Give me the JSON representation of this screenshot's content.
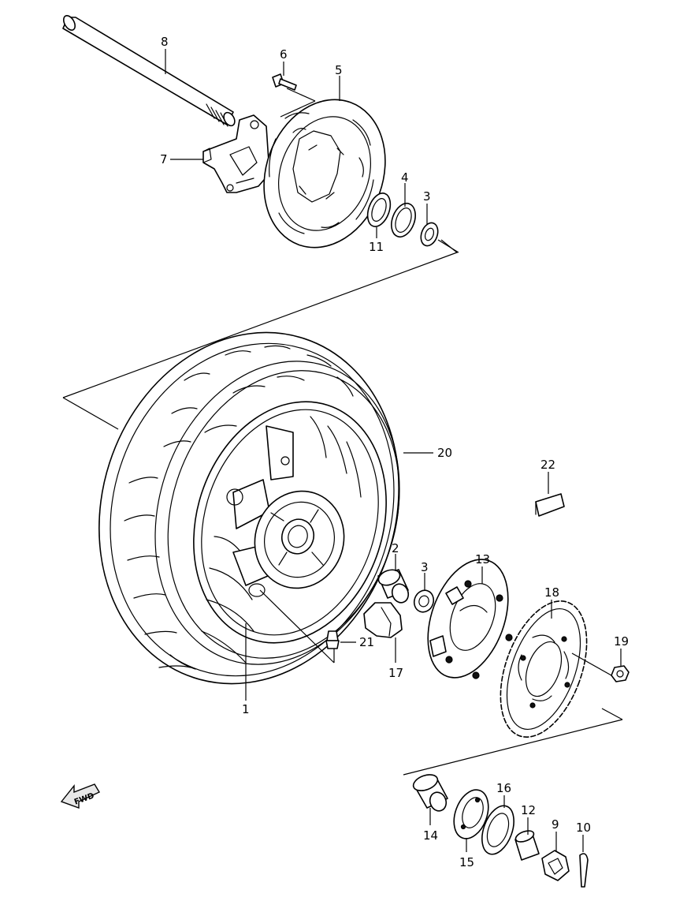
{
  "callouts": {
    "p1": "1",
    "p2": "2",
    "p3a": "3",
    "p3b": "3",
    "p4": "4",
    "p5": "5",
    "p6": "6",
    "p7": "7",
    "p8": "8",
    "p9": "9",
    "p10": "10",
    "p11": "11",
    "p12": "12",
    "p13": "13",
    "p14": "14",
    "p15": "15",
    "p16": "16",
    "p17": "17",
    "p18": "18",
    "p19": "19",
    "p20": "20",
    "p21": "21",
    "p22": "22"
  },
  "fwd_label": "FWD"
}
